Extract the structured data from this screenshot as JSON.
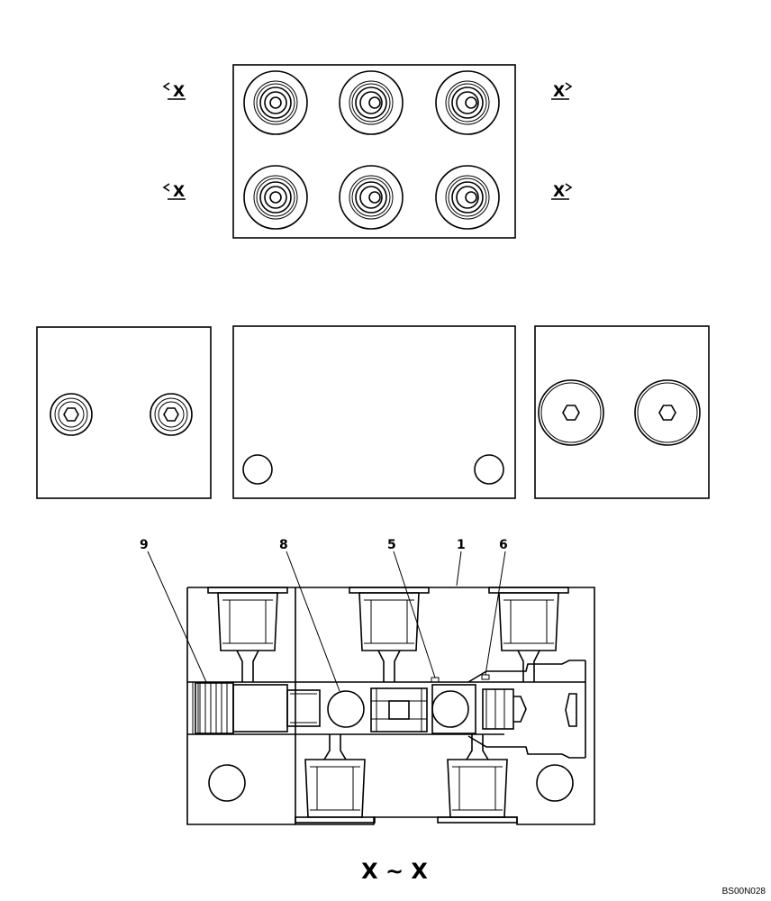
{
  "section_marks": {
    "left_top": "X",
    "left_bottom": "X",
    "right_top": "X",
    "right_bottom": "X"
  },
  "callouts": {
    "c9": "9",
    "c8": "8",
    "c5": "5",
    "c1": "1",
    "c6": "6"
  },
  "section_title": "X ~ X",
  "drawing_code": "BS00N028"
}
